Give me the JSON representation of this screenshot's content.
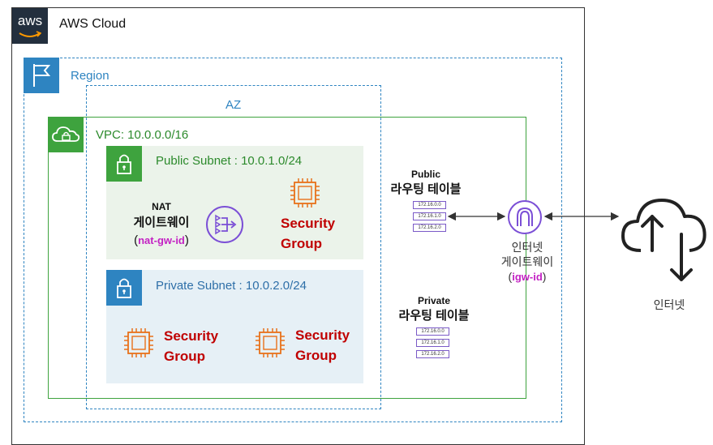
{
  "cloud": {
    "logo_text": "aws",
    "title": "AWS Cloud"
  },
  "region": {
    "title": "Region"
  },
  "az": {
    "title": "AZ"
  },
  "vpc": {
    "title": "VPC: 10.0.0.0/16"
  },
  "public_subnet": {
    "title": "Public Subnet : 10.0.1.0/24",
    "nat": {
      "line1": "NAT",
      "line2": "게이트웨이",
      "open_paren": "(",
      "id": "nat-gw-id",
      "close_paren": ")"
    },
    "security_group": {
      "line1": "Security",
      "line2": "Group"
    }
  },
  "private_subnet": {
    "title": "Private Subnet : 10.0.2.0/24",
    "security_groups": [
      {
        "line1": "Security",
        "line2": "Group"
      },
      {
        "line1": "Security",
        "line2": "Group"
      }
    ]
  },
  "public_route_table": {
    "line1": "Public",
    "line2": "라우팅 테이블",
    "rows": [
      "172.16.0.0",
      "172.16.1.0",
      "172.16.2.0"
    ]
  },
  "private_route_table": {
    "line1": "Private",
    "line2": "라우팅 테이블",
    "rows": [
      "172.16.0.0",
      "172.16.1.0",
      "172.16.2.0"
    ]
  },
  "igw": {
    "line1": "인터넷",
    "line2": "게이트웨이",
    "open_paren": "(",
    "id": "igw-id",
    "close_paren": ")"
  },
  "internet": {
    "label": "인터넷"
  },
  "icons": {
    "aws_logo": "aws-logo-icon",
    "region": "flag-icon",
    "vpc": "cloud-lock-icon",
    "subnet": "padlock-icon",
    "nat": "nat-gateway-icon",
    "security_group": "chip-icon",
    "igw": "internet-gateway-icon",
    "internet": "cloud-upload-download-icon"
  },
  "colors": {
    "region": "#2e84c1",
    "vpc": "#3ea33e",
    "security_group": "#c00000",
    "chip": "#e8711a",
    "nat": "#7b4fd6",
    "igw": "#7b4fd6",
    "id_highlight": "#c322c3"
  }
}
